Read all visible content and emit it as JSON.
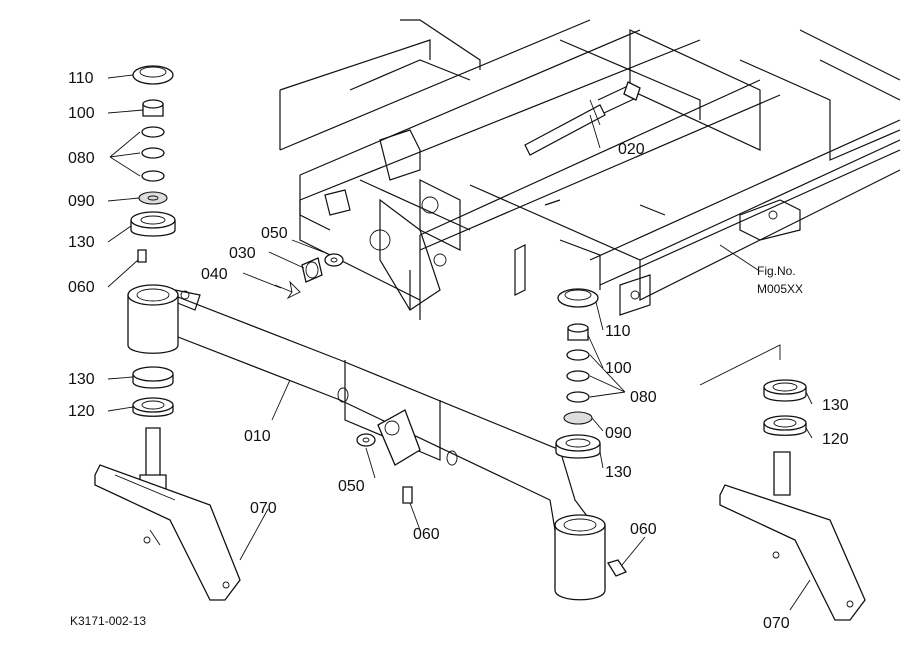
{
  "diagram": {
    "fig_label": "Fig.No.",
    "fig_code": "M005XX",
    "drawing_number": "K3171-002-13",
    "part_labels": {
      "p010": "010",
      "p020": "020",
      "p030": "030",
      "p040": "040",
      "p050_upper": "050",
      "p050_lower": "050",
      "p060_left": "060",
      "p060_mid": "060",
      "p060_right": "060",
      "p070_left": "070",
      "p070_right": "070",
      "p080_left": "080",
      "p080_right": "080",
      "p090_left": "090",
      "p090_right": "090",
      "p100_left": "100",
      "p100_right": "100",
      "p110_left": "110",
      "p110_right": "110",
      "p120_left": "120",
      "p120_right": "120",
      "p130_left_top": "130",
      "p130_left_bottom": "130",
      "p130_right_mid": "130",
      "p130_right_top": "130"
    }
  }
}
